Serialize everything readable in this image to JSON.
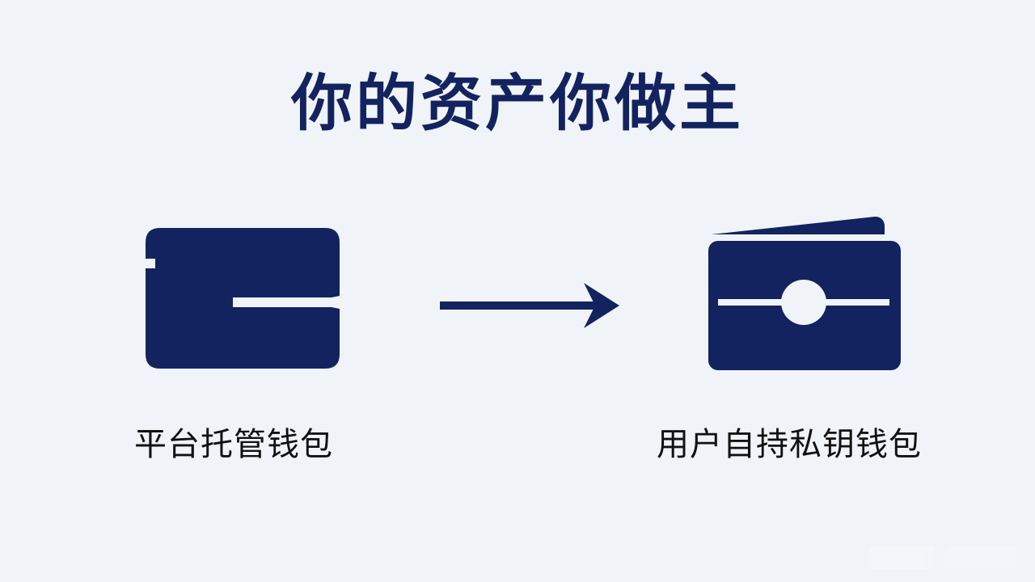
{
  "title": "你的资产你做主",
  "diagram": {
    "left_node": {
      "label": "平台托管钱包",
      "icon": "wallet-icon"
    },
    "right_node": {
      "label": "用户自持私钥钱包",
      "icon": "open-wallet-icon"
    },
    "connector": {
      "icon": "arrow-right-icon"
    }
  },
  "colors": {
    "background": "#f0f4f8",
    "primary": "#13235f",
    "text": "#111111"
  }
}
